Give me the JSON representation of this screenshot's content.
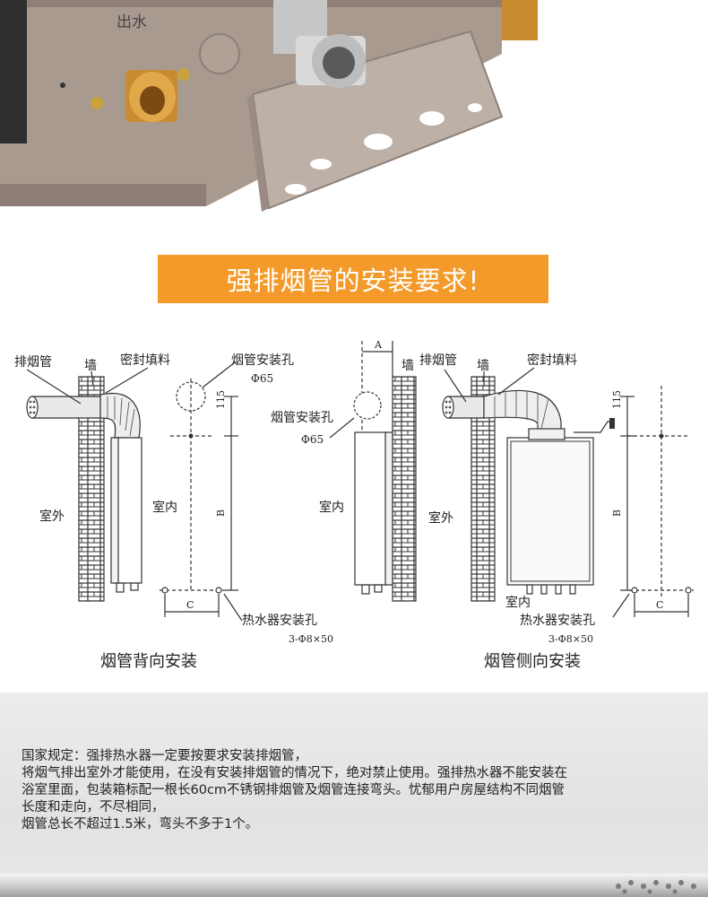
{
  "photo": {
    "outlet_label": "出水"
  },
  "banner": {
    "title": "强排烟管的安装要求!"
  },
  "left_diagram": {
    "label_exhaust_pipe": "排烟管",
    "label_wall": "墙",
    "label_seal": "密封填料",
    "label_flue_hole": "烟管安装孔",
    "label_flue_dia": "Φ65",
    "label_outdoor": "室外",
    "label_indoor": "室内",
    "dim_115": "115",
    "dim_b": "B",
    "dim_c": "C",
    "label_mount_hole": "热水器安装孔",
    "label_mount_spec": "3-Φ8×50",
    "caption": "烟管背向安装"
  },
  "right_diagram": {
    "dim_a": "A",
    "label_wall": "墙",
    "label_exhaust_pipe": "排烟管",
    "label_seal": "密封填料",
    "label_flue_hole": "烟管安装孔",
    "label_flue_dia": "Φ65",
    "label_indoor": "室内",
    "label_outdoor": "室外",
    "dim_115": "115",
    "dim_b": "B",
    "dim_c": "C",
    "label_mount_hole": "热水器安装孔",
    "label_mount_spec": "3-Φ8×50",
    "caption": "烟管侧向安装"
  },
  "notice": {
    "line1": "国家规定：强排热水器一定要按要求安装排烟管，",
    "line2": "将烟气排出室外才能使用，在没有安装排烟管的情况下，绝对禁止使用。强排热水器不能安装在",
    "line3": "浴室里面，包装箱标配一根长60cm不锈钢排烟管及烟管连接弯头。忧郁用户房屋结构不同烟管",
    "line4": "长度和走向，不尽相同，",
    "line5": "烟管总长不超过1.5米，弯头不多于1个。"
  },
  "colors": {
    "banner": "#f39a2a",
    "panel": "#b7a79c",
    "line": "#333333"
  }
}
